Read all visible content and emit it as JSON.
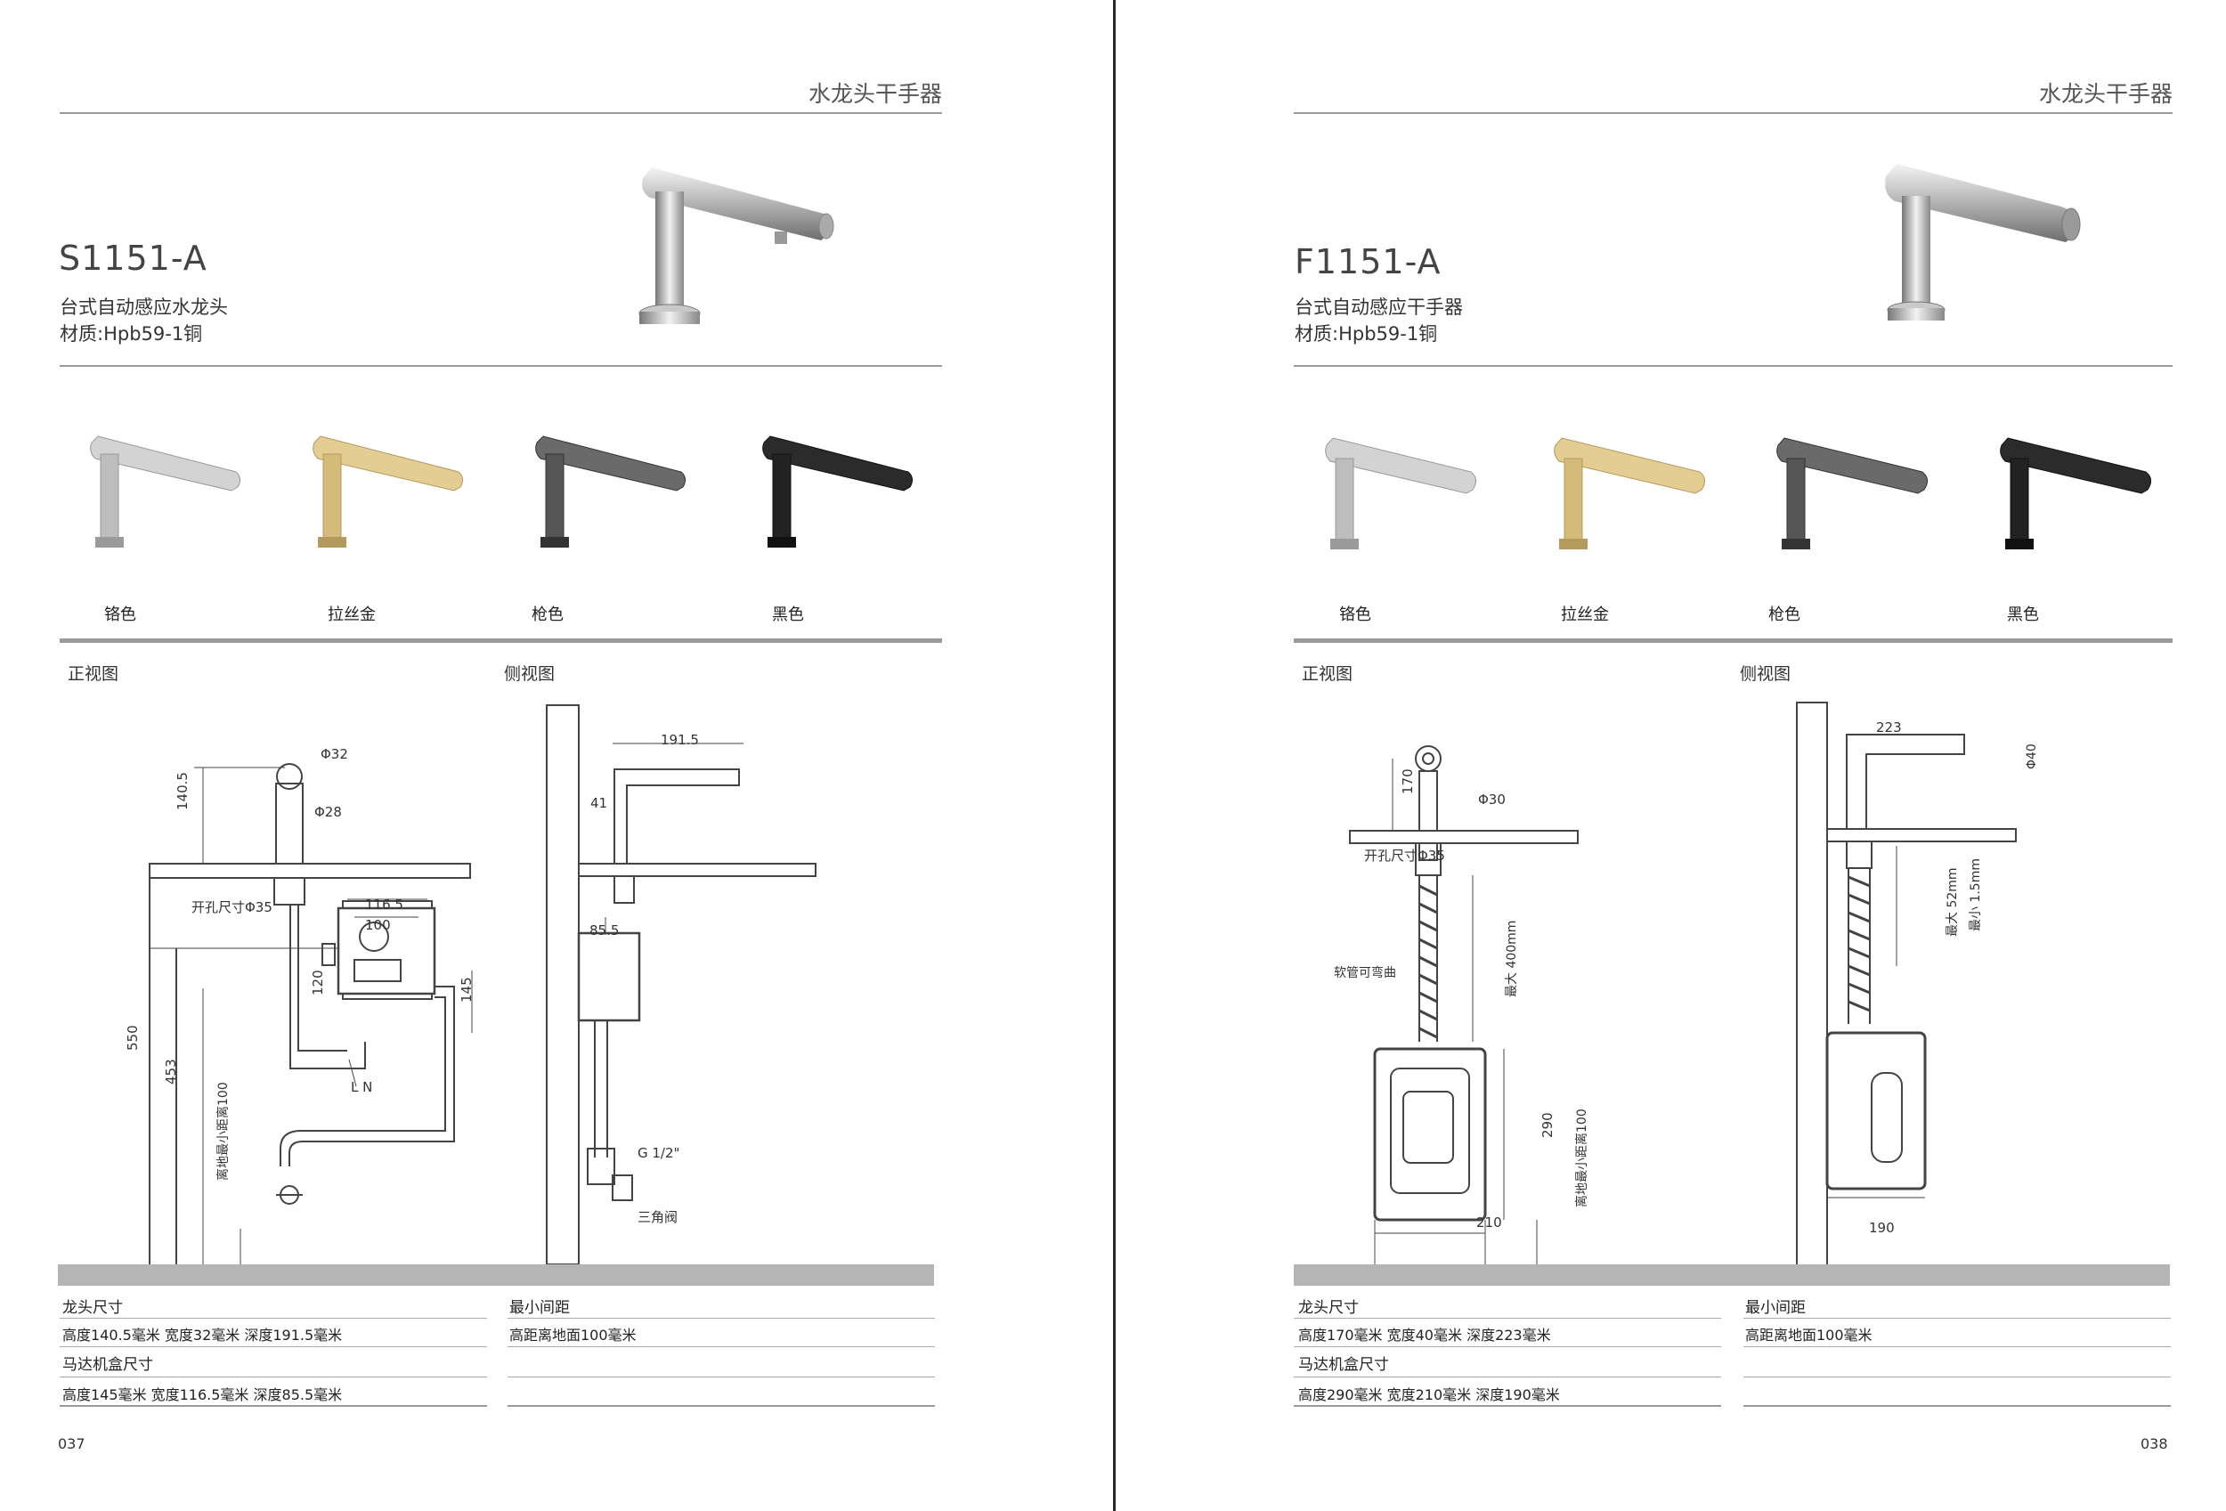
{
  "pages": [
    {
      "header": "水龙头干手器",
      "model": "S1151-A",
      "description": "台式自动感应水龙头",
      "material": "材质:Hpb59-1铜",
      "colors": [
        {
          "label": "铬色",
          "tone": "#c9c9c9"
        },
        {
          "label": "拉丝金",
          "tone": "#d8bf86"
        },
        {
          "label": "枪色",
          "tone": "#5a5a5a"
        },
        {
          "label": "黑色",
          "tone": "#222222"
        }
      ],
      "front_view_label": "正视图",
      "side_view_label": "侧视图",
      "front_dims": {
        "phi32": "Φ32",
        "phi28": "Φ28",
        "h140": "140.5",
        "hole": "开孔尺寸Φ35",
        "w116": "116.5",
        "w100": "100",
        "h120": "120",
        "h145": "145",
        "h550": "550",
        "h453": "453",
        "ln": "L N",
        "floor": "离地最小距离100"
      },
      "side_dims": {
        "d191": "191.5",
        "d41": "41",
        "d85": "85.5",
        "g12": "G 1/2\"",
        "valve": "三角阀"
      },
      "specs": {
        "faucet_title": "龙头尺寸",
        "faucet_value": "高度140.5毫米  宽度32毫米 深度191.5毫米",
        "motor_title": "马达机盒尺寸",
        "motor_value": "高度145毫米  宽度116.5毫米 深度85.5毫米",
        "gap_title": "最小间距",
        "gap_value": "高距离地面100毫米"
      },
      "page_number": "037"
    },
    {
      "header": "水龙头干手器",
      "model": "F1151-A",
      "description": "台式自动感应干手器",
      "material": "材质:Hpb59-1铜",
      "colors": [
        {
          "label": "铬色",
          "tone": "#c9c9c9"
        },
        {
          "label": "拉丝金",
          "tone": "#d8bf86"
        },
        {
          "label": "枪色",
          "tone": "#5a5a5a"
        },
        {
          "label": "黑色",
          "tone": "#222222"
        }
      ],
      "front_view_label": "正视图",
      "side_view_label": "侧视图",
      "front_dims": {
        "h170": "170",
        "phi30": "Φ30",
        "hole": "开孔尺寸Φ35",
        "hose": "软管可弯曲",
        "max400": "最大 400mm",
        "h290": "290",
        "floor": "离地最小距离100",
        "w210": "210"
      },
      "side_dims": {
        "d223": "223",
        "phi40": "Φ40",
        "max52": "最大 52mm",
        "min15": "最小 1.5mm",
        "d190": "190"
      },
      "specs": {
        "faucet_title": "龙头尺寸",
        "faucet_value": "高度170毫米  宽度40毫米 深度223毫米",
        "motor_title": "马达机盒尺寸",
        "motor_value": "高度290毫米  宽度210毫米 深度190毫米",
        "gap_title": "最小间距",
        "gap_value": "高距离地面100毫米"
      },
      "page_number": "038"
    }
  ]
}
